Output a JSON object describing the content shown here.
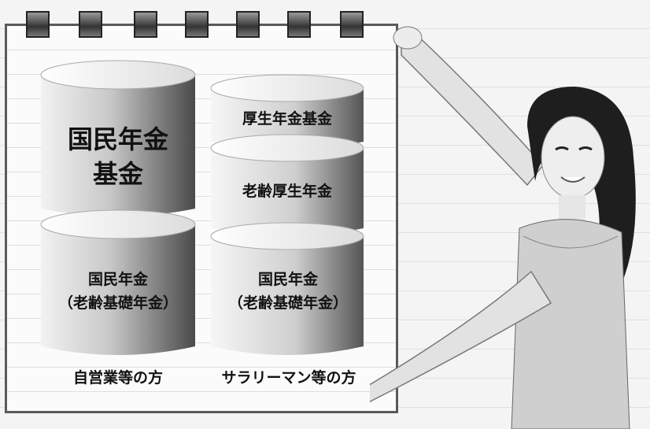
{
  "diagram": {
    "left_column": {
      "top_label_line1": "国民年金",
      "top_label_line2": "基金",
      "bottom_label_line1": "国民年金",
      "bottom_label_line2": "（老齢基礎年金）",
      "caption": "自営業等の方"
    },
    "right_column": {
      "top_label": "厚生年金基金",
      "middle_label": "老齢厚生年金",
      "bottom_label_line1": "国民年金",
      "bottom_label_line2": "（老齢基礎年金）",
      "caption": "サラリーマン等の方"
    }
  },
  "colors": {
    "cylinder_dark": "#555555",
    "cylinder_light": "#e8e8e8",
    "board_border": "#5a5a5a"
  }
}
